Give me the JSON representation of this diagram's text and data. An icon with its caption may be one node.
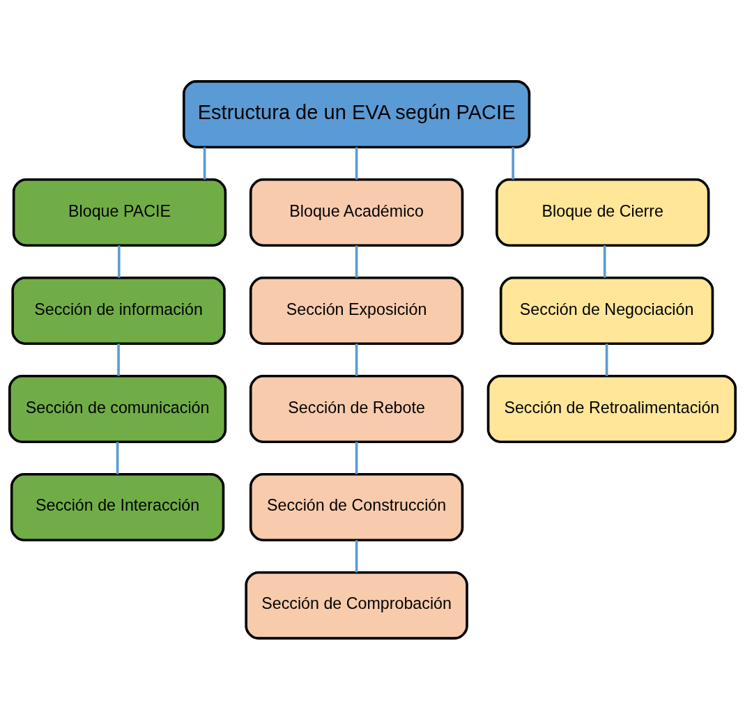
{
  "diagram": {
    "nodes": [
      {
        "text": [
          "Estructura de un EVA según PACIE"
        ]
      },
      {
        "text": [
          "Bloque PACIE"
        ]
      },
      {
        "text": [
          "Bloque Académico"
        ]
      },
      {
        "text": [
          "Bloque de Cierre"
        ]
      },
      {
        "text": [
          "Sección de información"
        ]
      },
      {
        "text": [
          "Sección de comunicación"
        ]
      },
      {
        "text": [
          "Sección de Interacción"
        ]
      },
      {
        "text": [
          "Sección Exposición"
        ]
      },
      {
        "text": [
          "Sección de Rebote"
        ]
      },
      {
        "text": [
          "Sección de Construcción"
        ]
      },
      {
        "text": [
          "Sección de Comprobación"
        ]
      },
      {
        "text": [
          "Sección de Negociación"
        ]
      },
      {
        "text": [
          "Sección de Retroalimentación"
        ]
      }
    ],
    "edges": [
      {
        "from": 0,
        "to": 1,
        "arrow": "none"
      },
      {
        "from": 0,
        "to": 2,
        "arrow": "none"
      },
      {
        "from": 0,
        "to": 3,
        "arrow": "none"
      },
      {
        "from": 1,
        "to": 4,
        "arrow": "none"
      },
      {
        "from": 4,
        "to": 5,
        "arrow": "none"
      },
      {
        "from": 5,
        "to": 6,
        "arrow": "none"
      },
      {
        "from": 2,
        "to": 7,
        "arrow": "none"
      },
      {
        "from": 7,
        "to": 8,
        "arrow": "none"
      },
      {
        "from": 8,
        "to": 9,
        "arrow": "none"
      },
      {
        "from": 9,
        "to": 10,
        "arrow": "none"
      },
      {
        "from": 3,
        "to": 11,
        "arrow": "none"
      },
      {
        "from": 11,
        "to": 12,
        "arrow": "none"
      }
    ]
  }
}
